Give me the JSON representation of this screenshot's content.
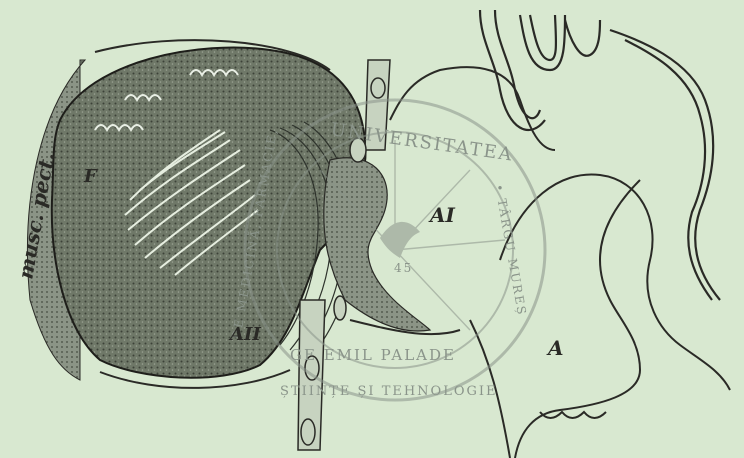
{
  "figure": {
    "background": "#d8e8d0",
    "ink": "#2a2a26",
    "labels": {
      "musc_pect": "musc. pect.",
      "f": "F",
      "ai": "AI",
      "aii": "AII",
      "a": "A",
      "num": "45"
    }
  },
  "watermark": {
    "arc_top": "UNIVERSITATEA",
    "arc_right": "• TÂRGU MUREȘ",
    "arc_left_right": "DE MEDICINĂ, FARMACIE,",
    "arc_bottom_left": "GE EMIL PALADE",
    "arc_bottom": "ȘTIINȚE ȘI TEHNOLOGIE",
    "color": "#8a948a"
  }
}
